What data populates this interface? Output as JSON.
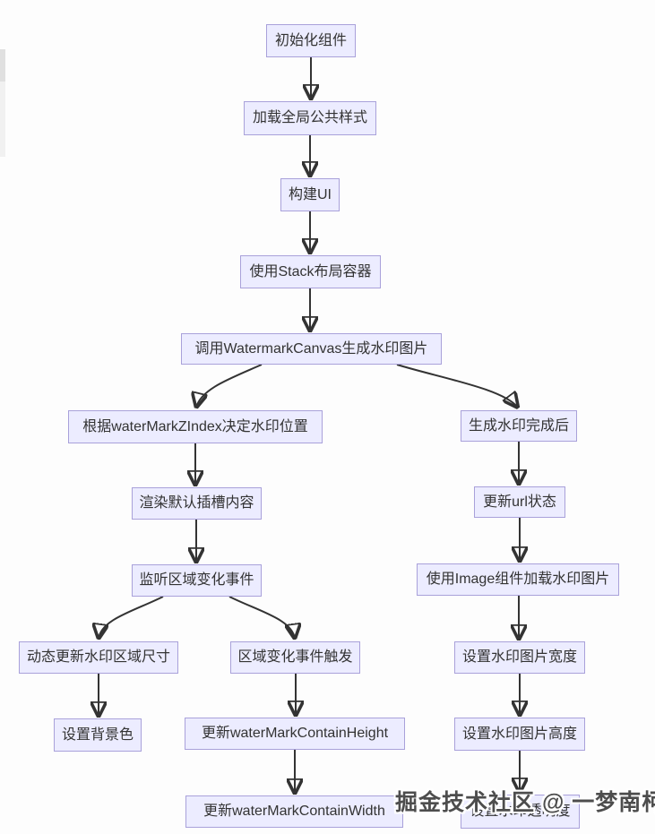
{
  "theme": {
    "node_fill": "#ECECFF",
    "node_border": "#a9a1da",
    "node_text": "#333333",
    "arrow_color": "#333333",
    "background": "#fdfdfd"
  },
  "watermark": {
    "text": "掘金技术社区 @ 一梦南柯",
    "color": "#4d4d4d"
  },
  "flowchart": {
    "type": "flowchart-top-down",
    "nodes": [
      {
        "id": "n0",
        "label": "初始化组件"
      },
      {
        "id": "n1",
        "label": "加载全局公共样式"
      },
      {
        "id": "n2",
        "label": "构建UI"
      },
      {
        "id": "n3",
        "label": "使用Stack布局容器"
      },
      {
        "id": "n4",
        "label": "调用WatermarkCanvas生成水印图片"
      },
      {
        "id": "n5",
        "label": "根据waterMarkZIndex决定水印位置"
      },
      {
        "id": "n6",
        "label": "渲染默认插槽内容"
      },
      {
        "id": "n7",
        "label": "监听区域变化事件"
      },
      {
        "id": "n8",
        "label": "动态更新水印区域尺寸"
      },
      {
        "id": "n9",
        "label": "设置背景色"
      },
      {
        "id": "n10",
        "label": "区域变化事件触发"
      },
      {
        "id": "n11",
        "label": "更新waterMarkContainHeight"
      },
      {
        "id": "n12",
        "label": "更新waterMarkContainWidth"
      },
      {
        "id": "n13",
        "label": "生成水印完成后"
      },
      {
        "id": "n14",
        "label": "更新url状态"
      },
      {
        "id": "n15",
        "label": "使用Image组件加载水印图片"
      },
      {
        "id": "n16",
        "label": "设置水印图片宽度"
      },
      {
        "id": "n17",
        "label": "设置水印图片高度"
      },
      {
        "id": "n18",
        "label": "设置水印透明度"
      }
    ],
    "edges": [
      {
        "from": "n0",
        "to": "n1"
      },
      {
        "from": "n1",
        "to": "n2"
      },
      {
        "from": "n2",
        "to": "n3"
      },
      {
        "from": "n3",
        "to": "n4"
      },
      {
        "from": "n4",
        "to": "n5"
      },
      {
        "from": "n4",
        "to": "n13"
      },
      {
        "from": "n5",
        "to": "n6"
      },
      {
        "from": "n6",
        "to": "n7"
      },
      {
        "from": "n7",
        "to": "n8"
      },
      {
        "from": "n7",
        "to": "n10"
      },
      {
        "from": "n8",
        "to": "n9"
      },
      {
        "from": "n10",
        "to": "n11"
      },
      {
        "from": "n11",
        "to": "n12"
      },
      {
        "from": "n13",
        "to": "n14"
      },
      {
        "from": "n14",
        "to": "n15"
      },
      {
        "from": "n15",
        "to": "n16"
      },
      {
        "from": "n16",
        "to": "n17"
      },
      {
        "from": "n17",
        "to": "n18"
      }
    ]
  }
}
